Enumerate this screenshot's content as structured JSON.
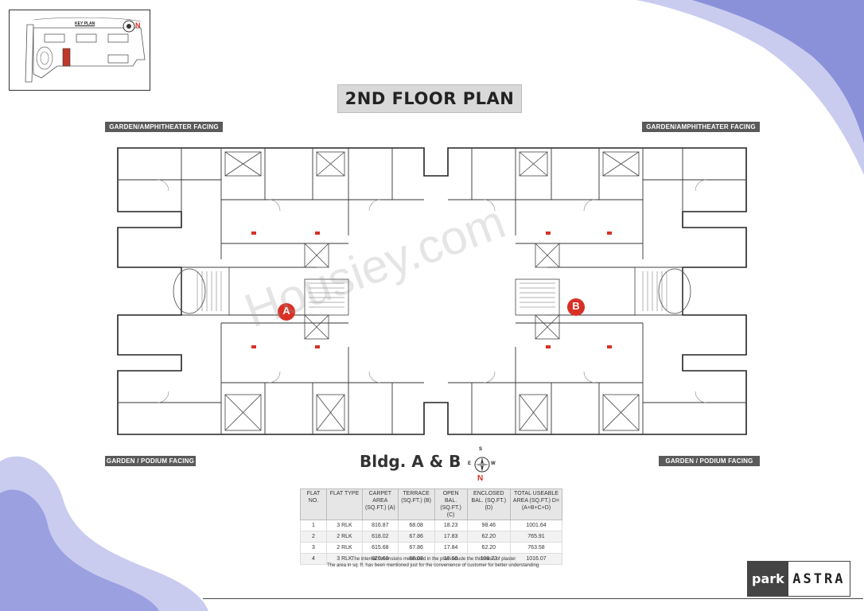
{
  "key_plan": {
    "title": "KEY PLAN",
    "north_mark": "N"
  },
  "title": "2ND FLOOR PLAN",
  "tags": {
    "top_left": "GARDEN/AMPHITHEATER FACING",
    "top_right": "GARDEN/AMPHITHEATER FACING",
    "bottom_left": "GARDEN / PODIUM FACING",
    "bottom_right": "GARDEN / PODIUM FACING"
  },
  "building_markers": {
    "a": "A",
    "b": "B"
  },
  "building_label": "Bldg. A & B",
  "compass": {
    "n": "N",
    "s": "S",
    "e": "E",
    "w": "W"
  },
  "table": {
    "headers": [
      "FLAT NO.",
      "FLAT TYPE",
      "CARPET AREA (SQ.FT.) (A)",
      "TERRACE (SQ.FT.) (B)",
      "OPEN BAL. (SQ.FT.) (C)",
      "ENCLOSED BAL. (SQ.FT.) (D)",
      "TOTAL USEABLE AREA (SQ.FT.) D=(A+B+C+D)"
    ],
    "rows": [
      [
        "1",
        "3 RLK",
        "816.87",
        "68.08",
        "18.23",
        "98.46",
        "1001.64"
      ],
      [
        "2",
        "2 RLK",
        "618.02",
        "67.86",
        "17.83",
        "62.20",
        "765.91"
      ],
      [
        "3",
        "2 RLK",
        "615.68",
        "67.86",
        "17.84",
        "62.20",
        "763.58"
      ],
      [
        "4",
        "3 RLK",
        "820.60",
        "68.08",
        "18.66",
        "108.73",
        "1016.07"
      ]
    ]
  },
  "notes": [
    "The internal dimensions mentioned in the plan include the thickness of plaster",
    "The area in sq. ft. has been mentioned just for the convenience of customer for better understanding."
  ],
  "logo": {
    "left": "park",
    "right": "ASTRA"
  },
  "watermark": "Housiey.com",
  "colors": {
    "accent_blob": "#8b91d9",
    "tag_bg": "#5a5a5a",
    "marker_red": "#d93025"
  }
}
